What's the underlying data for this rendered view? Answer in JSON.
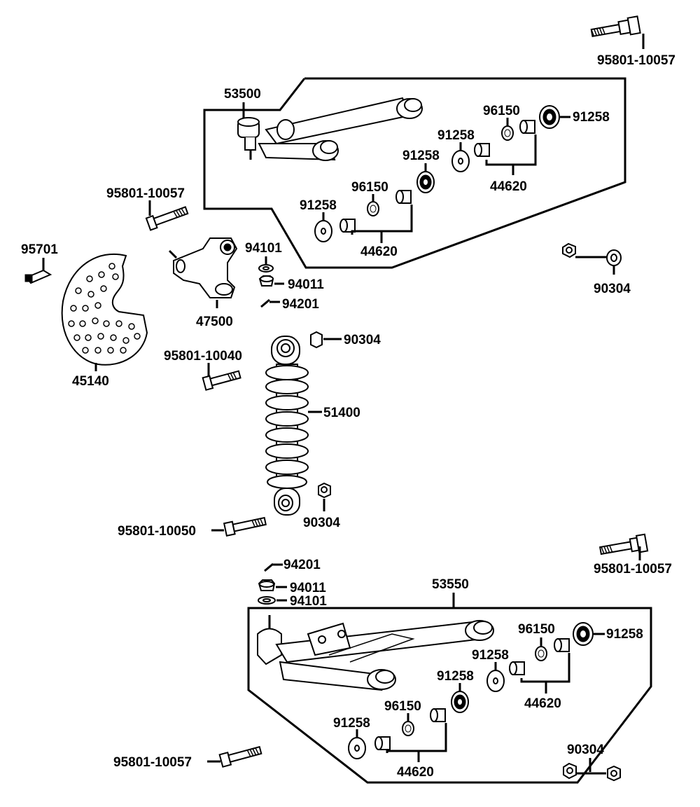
{
  "labels": {
    "bolt_top_right": "95801-10057",
    "upper_arm": "53500",
    "bushing_up_a": "96150",
    "washer_up_a": "91258",
    "washer_up_b": "91258",
    "washer_up_c": "91258",
    "collar_up_a": "44620",
    "bushing_up_b": "96150",
    "washer_up_d": "91258",
    "collar_up_b": "44620",
    "bolt_upper_left": "95801-10057",
    "screw": "95701",
    "washer_upper_joint": "94101",
    "nut_upper_joint": "94011",
    "pin_upper_joint": "94201",
    "knuckle": "47500",
    "disc": "45140",
    "nut_right_upper": "90304",
    "nut_shock_top": "90304",
    "bolt_shock_top": "95801-10040",
    "shock": "51400",
    "nut_shock_bottom": "90304",
    "bolt_shock_bottom": "95801-10050",
    "pin_lower_joint": "94201",
    "nut_lower_joint": "94011",
    "washer_lower_joint": "94101",
    "lower_arm": "53550",
    "bolt_lower_right": "95801-10057",
    "bushing_lo_a": "96150",
    "washer_lo_a": "91258",
    "washer_lo_b": "91258",
    "washer_lo_c": "91258",
    "collar_lo_a": "44620",
    "bushing_lo_b": "96150",
    "washer_lo_d": "91258",
    "collar_lo_b": "44620",
    "bolt_lower_left": "95801-10057",
    "nut_lower_right": "90304"
  }
}
